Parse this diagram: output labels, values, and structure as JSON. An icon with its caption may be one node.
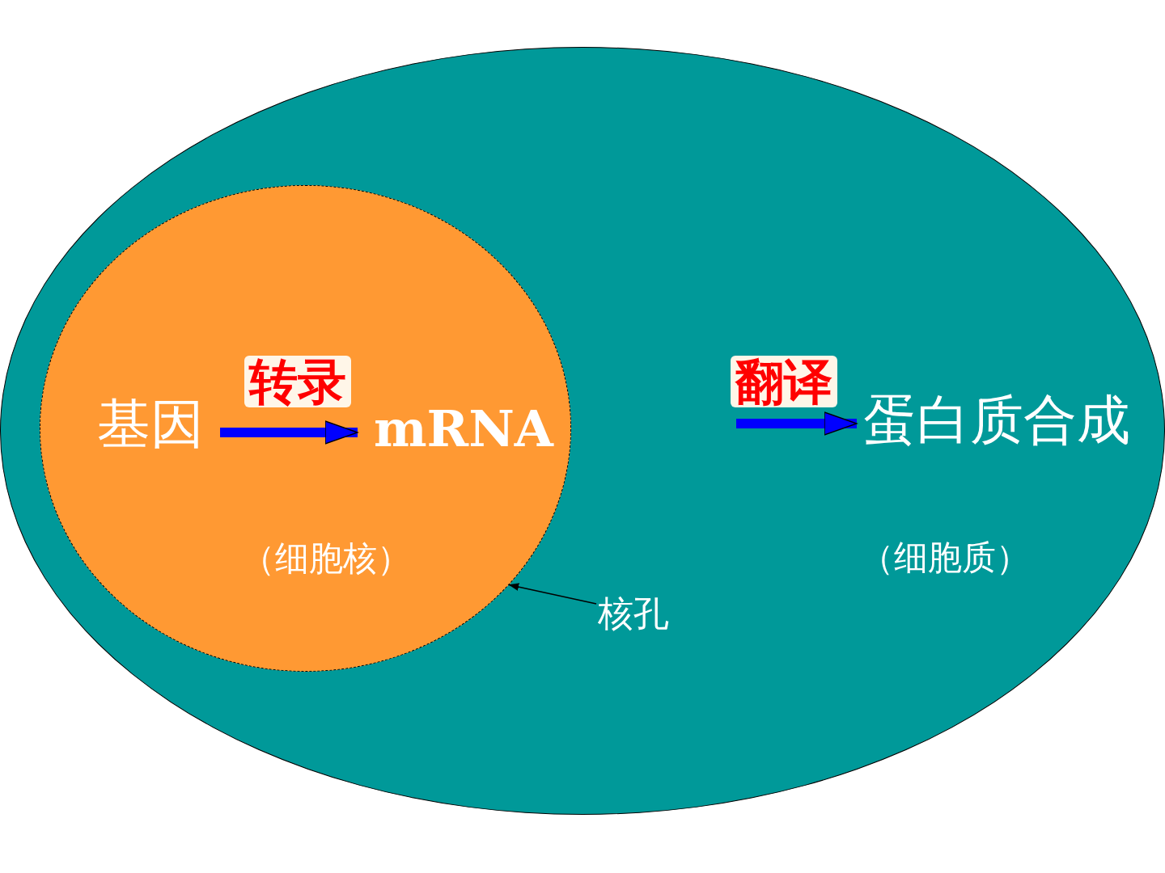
{
  "diagram": {
    "nodes": [
      {
        "text": [
          "（细胞质）"
        ]
      },
      {
        "text": [
          "（细胞核）"
        ],
        "in": 0
      },
      {
        "text": [
          "基因"
        ],
        "in": 1
      },
      {
        "text": [
          "mRNA"
        ],
        "in": 1
      },
      {
        "text": [
          "蛋白质合成"
        ],
        "in": 0
      },
      {
        "text": [
          "核孔"
        ],
        "in": 0
      }
    ],
    "edges": [
      {
        "from": 2,
        "to": 3,
        "arrow": "to",
        "label": "转录"
      },
      {
        "from": null,
        "to": 4,
        "arrow": "to",
        "label": "翻译"
      },
      {
        "from": 5,
        "to": 1,
        "arrow": "to",
        "color": "#000000"
      }
    ]
  }
}
